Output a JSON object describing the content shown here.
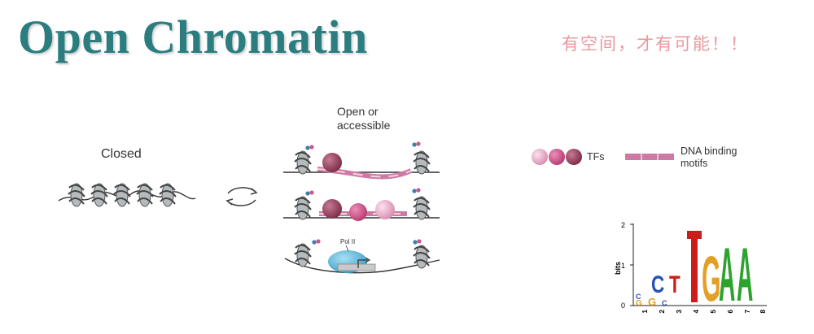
{
  "title": "Open Chromatin",
  "slogan": "有空间，才有可能！！",
  "labels": {
    "closed": "Closed",
    "open_line1": "Open or",
    "open_line2": "accessible",
    "pol2": "Pol II",
    "tfs": "TFs",
    "motifs_line1": "DNA binding",
    "motifs_line2": "motifs"
  },
  "colors": {
    "title": "#2b7d80",
    "slogan": "#e8999f",
    "tf_dark": "#8e3a55",
    "tf_mid": "#c8497e",
    "tf_light": "#e7a9c6",
    "pol2": "#4fb2d8",
    "nucleosome": "#9aa0a3"
  },
  "logo": {
    "ylabel": "bits",
    "yticks": [
      "0",
      "1",
      "2"
    ],
    "xticks": [
      "1",
      "2",
      "3",
      "4",
      "5",
      "6",
      "7",
      "8"
    ],
    "letters": [
      "C",
      "T",
      "T",
      "G",
      "A",
      "A"
    ]
  }
}
